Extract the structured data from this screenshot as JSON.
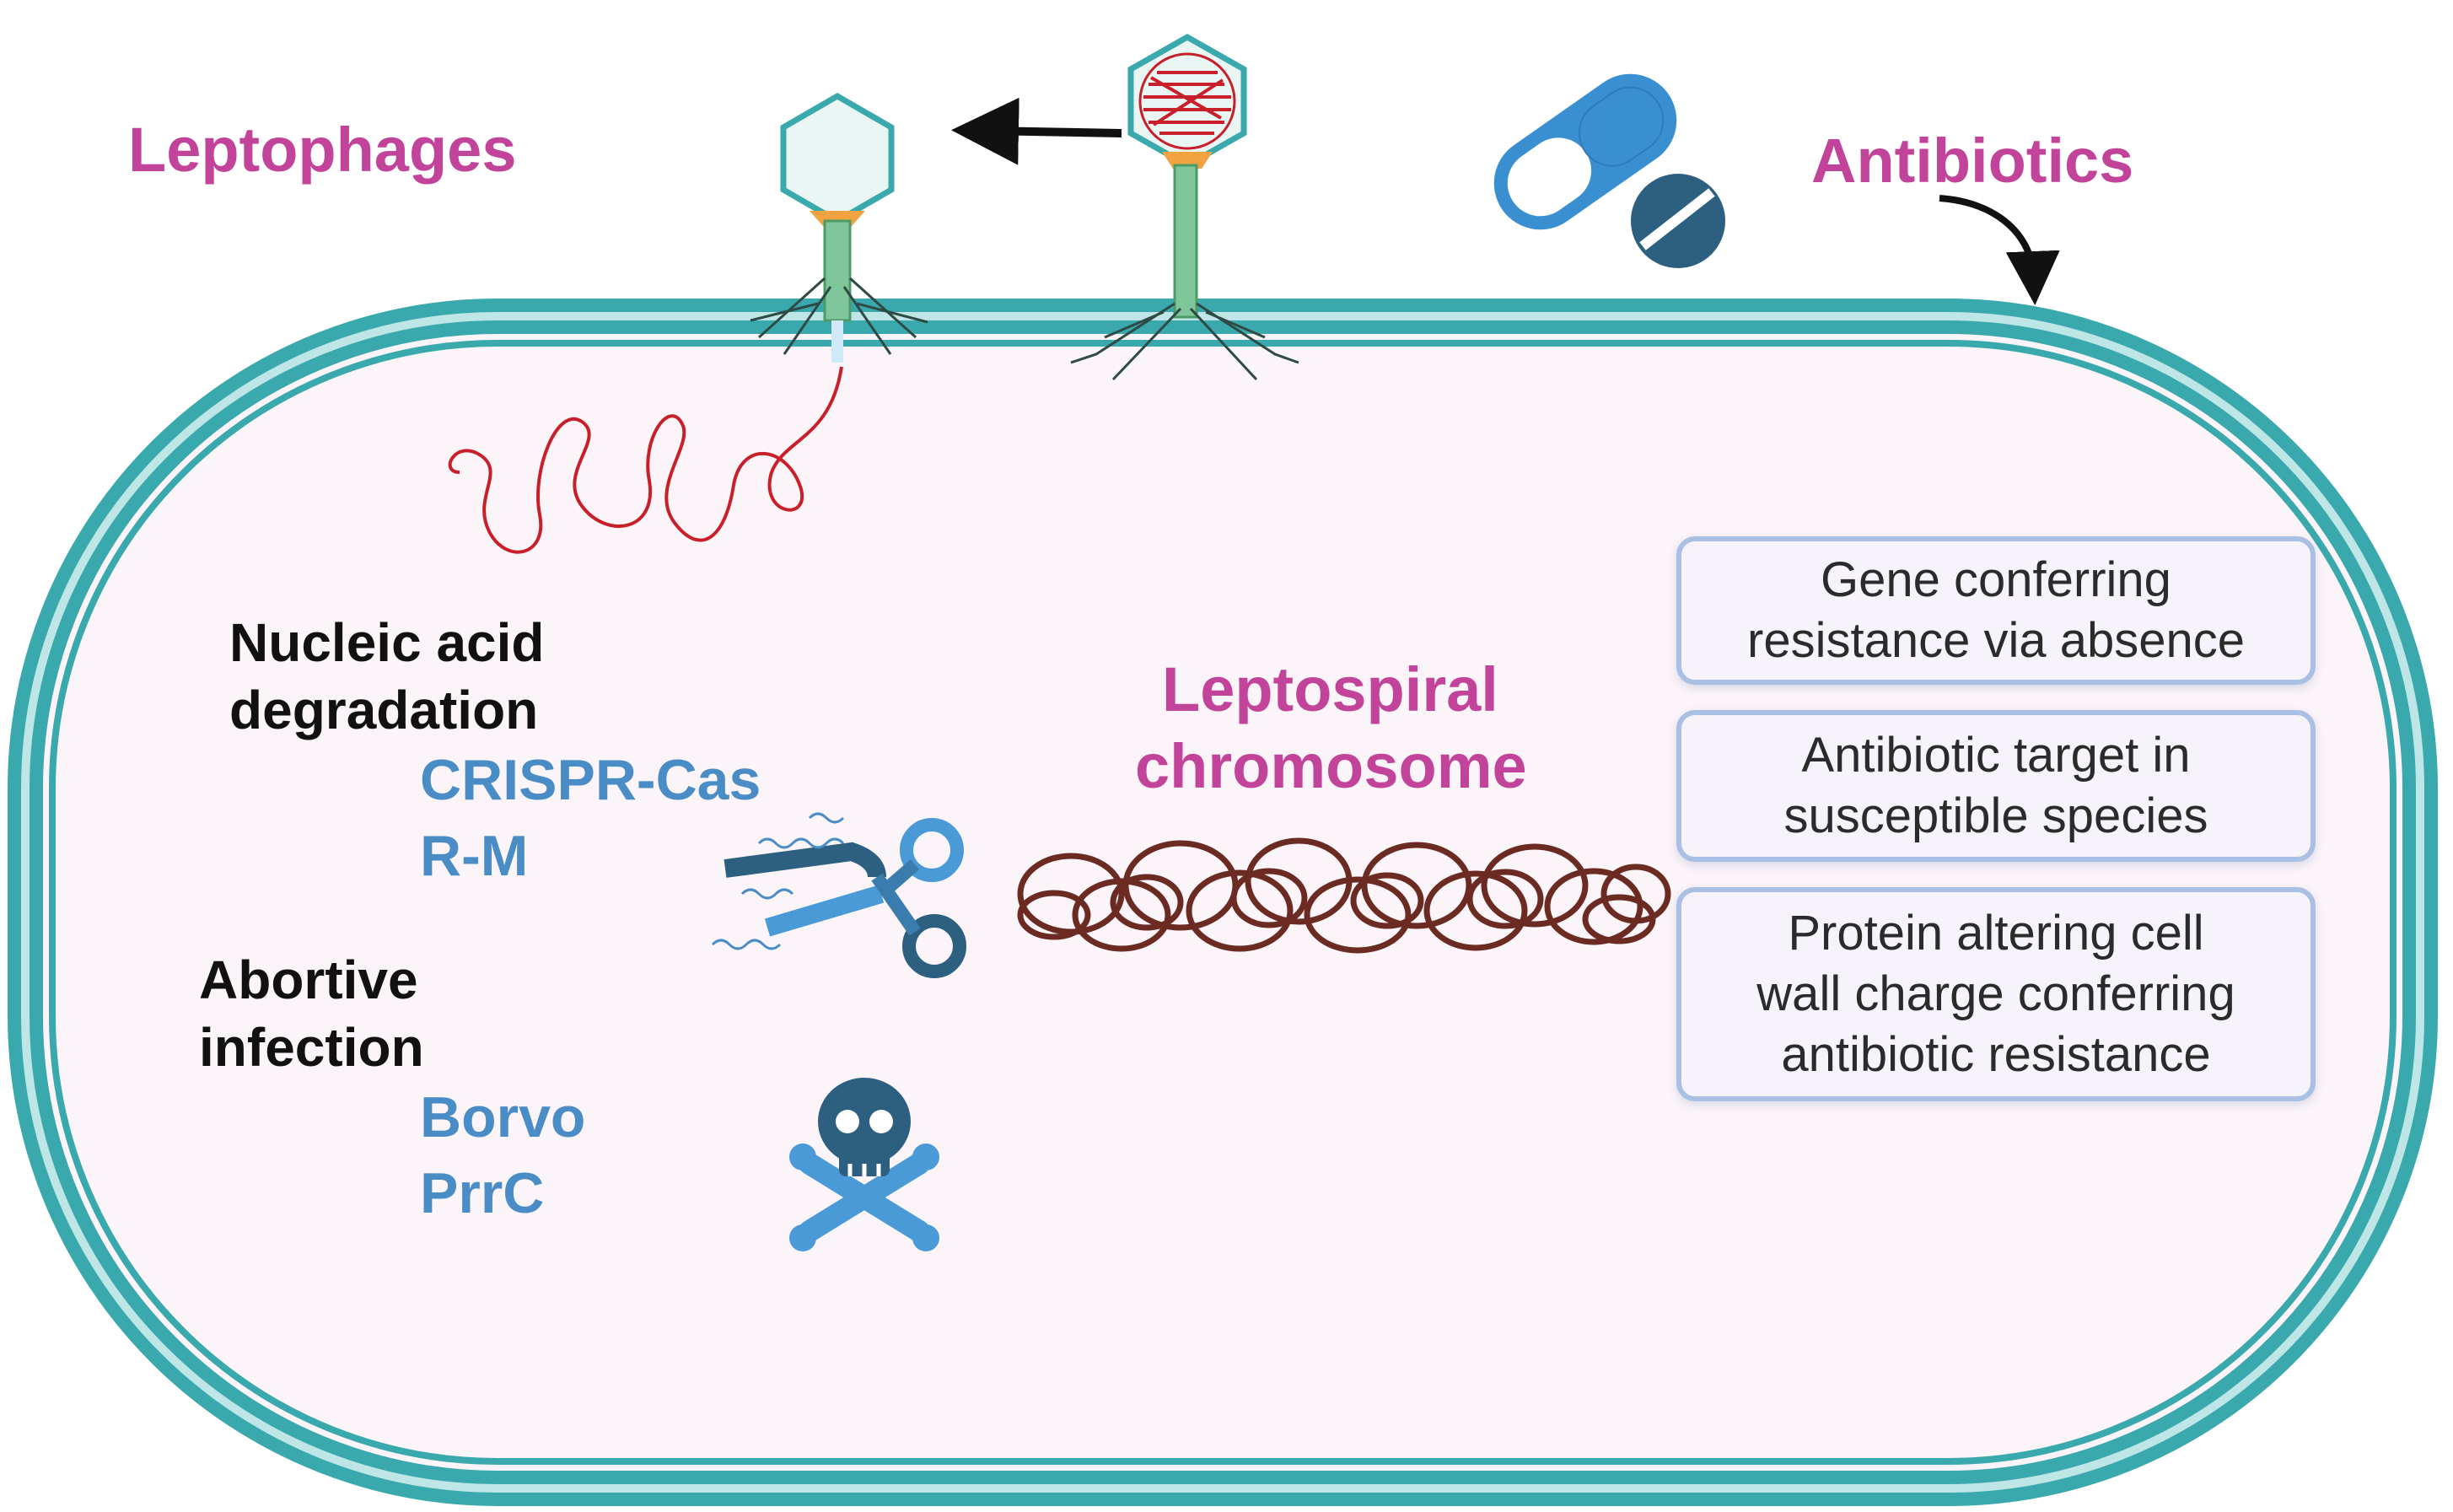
{
  "labels": {
    "leptophages": "Leptophages",
    "antibiotics": "Antibiotics",
    "chromosome_line1": "Leptospiral",
    "chromosome_line2": "chromosome",
    "nucleic_line1": "Nucleic acid",
    "nucleic_line2": "degradation",
    "crispr": "CRISPR-Cas",
    "rm": "R-M",
    "abortive_line1": "Abortive",
    "abortive_line2": "infection",
    "borvo": "Borvo",
    "prrc": "PrrC"
  },
  "boxes": [
    {
      "line1": "Gene conferring",
      "line2": "resistance via absence"
    },
    {
      "line1": "Antibiotic target in",
      "line2": "susceptible species"
    },
    {
      "line1": "Protein altering cell",
      "line2": "wall charge conferring",
      "line3": "antibiotic resistance"
    }
  ],
  "icons": {
    "phage_attached": "bacteriophage-icon",
    "phage_free": "bacteriophage-icon",
    "arrow_phage": "arrow-left-icon",
    "pill": "capsule-icon",
    "tablet": "tablet-icon",
    "arrow_antibiotic": "curved-arrow-icon",
    "injected_dna": "dna-strand-icon",
    "scissors": "scissors-icon",
    "skull": "skull-crossbones-icon",
    "chromosome": "chromosome-coil-icon"
  },
  "colors": {
    "membrane": "#3aa9ad",
    "cytoplasm": "#fbf4f9",
    "pink_text": "#c2449a",
    "blue_text": "#4a8cc6",
    "dna_red": "#c8202a",
    "chromosome_brown": "#6b2a22",
    "icon_dark": "#2d5f80",
    "pill_blue": "#3a8fd0"
  }
}
